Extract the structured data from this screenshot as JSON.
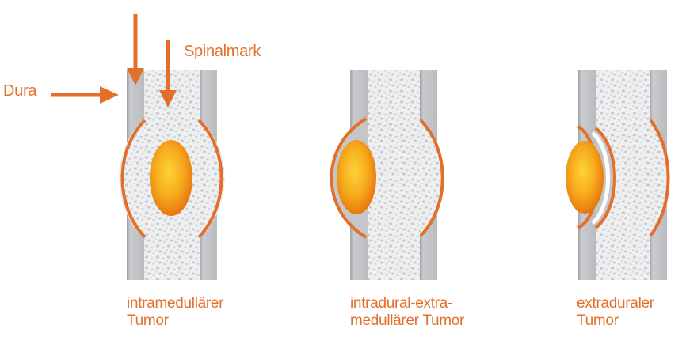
{
  "labels": {
    "dura": "Dura",
    "spinalmark": "Spinalmark"
  },
  "captions": [
    {
      "line1": "intramedullärer",
      "line2": "Tumor"
    },
    {
      "line1": "intradural-extra-",
      "line2": "medullärer Tumor"
    },
    {
      "line1": "extraduraler",
      "line2": "Tumor"
    }
  ],
  "colors": {
    "accent": "#e46f2a",
    "dura_gray": "#bfc1c4",
    "cord_fill": "#e9eaeb",
    "tumor_core": "#f7b51d",
    "tumor_edge": "#ea7c16"
  }
}
